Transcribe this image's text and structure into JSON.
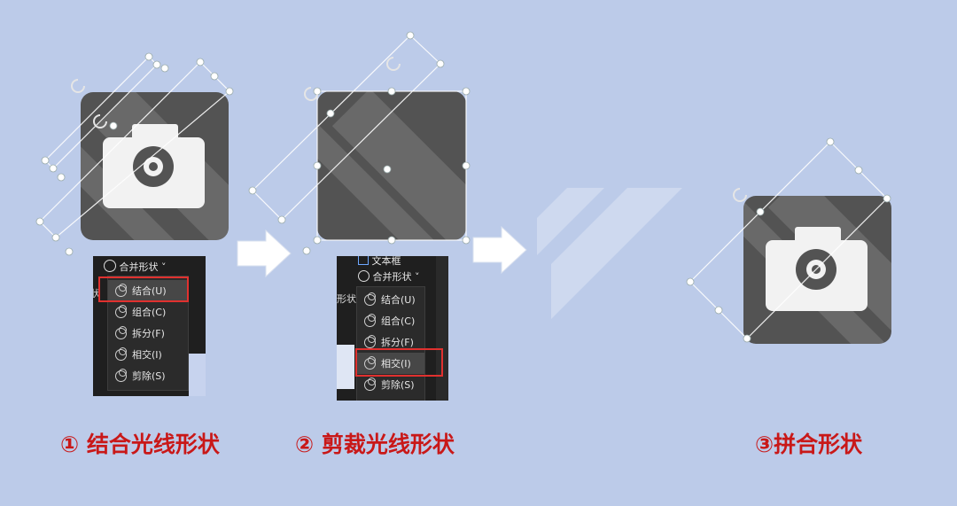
{
  "colors": {
    "background": "#bccbe9",
    "tile": "#535353",
    "caption": "#c91818",
    "highlight_box": "#e0312f"
  },
  "icons": [
    "camera-icon",
    "rotate-handle-icon",
    "merge-shapes-icon",
    "right-arrow-icon"
  ],
  "step1": {
    "caption": "① 结合光线形状",
    "menu_title": "合并形状",
    "items": [
      {
        "label": "结合(U)",
        "highlighted": true
      },
      {
        "label": "组合(C)",
        "highlighted": false
      },
      {
        "label": "拆分(F)",
        "highlighted": false
      },
      {
        "label": "相交(I)",
        "highlighted": false
      },
      {
        "label": "剪除(S)",
        "highlighted": false
      }
    ],
    "side_label": "形状"
  },
  "step2": {
    "caption": "② 剪裁光线形状",
    "menu_title": "合并形状",
    "toolbar_label": "文本框",
    "side_label": "形状",
    "items": [
      {
        "label": "结合(U)",
        "highlighted": false
      },
      {
        "label": "组合(C)",
        "highlighted": false
      },
      {
        "label": "拆分(F)",
        "highlighted": false
      },
      {
        "label": "相交(I)",
        "highlighted": true
      },
      {
        "label": "剪除(S)",
        "highlighted": false
      }
    ]
  },
  "step3": {
    "caption": "③拼合形状"
  }
}
